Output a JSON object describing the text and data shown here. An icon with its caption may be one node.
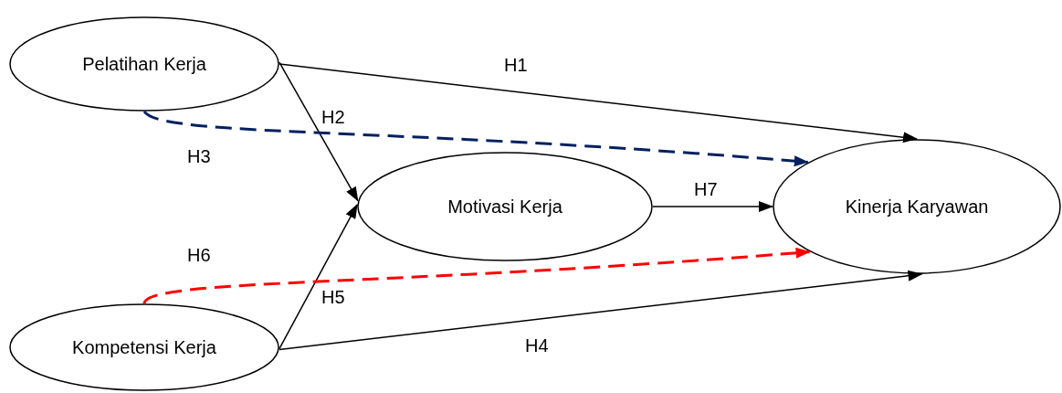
{
  "diagram": {
    "nodes": [
      {
        "text": [
          "Pelatihan Kerja"
        ]
      },
      {
        "text": [
          "Motivasi Kerja"
        ]
      },
      {
        "text": [
          "Kompetensi Kerja"
        ]
      },
      {
        "text": [
          "Kinerja Karyawan"
        ]
      }
    ],
    "edges": [
      {
        "from": 0,
        "to": 3,
        "arrow": "to",
        "label": "H1"
      },
      {
        "from": 0,
        "to": 1,
        "arrow": "to",
        "label": "H2"
      },
      {
        "from": 0,
        "to": 3,
        "arrow": "to",
        "label": "H3",
        "style": "dashed",
        "color": "#002060"
      },
      {
        "from": 2,
        "to": 3,
        "arrow": "to",
        "label": "H4"
      },
      {
        "from": 2,
        "to": 1,
        "arrow": "to",
        "label": "H5"
      },
      {
        "from": 2,
        "to": 3,
        "arrow": "to",
        "label": "H6",
        "style": "dashed",
        "color": "#ff0000"
      },
      {
        "from": 1,
        "to": 3,
        "arrow": "to",
        "label": "H7"
      }
    ]
  }
}
